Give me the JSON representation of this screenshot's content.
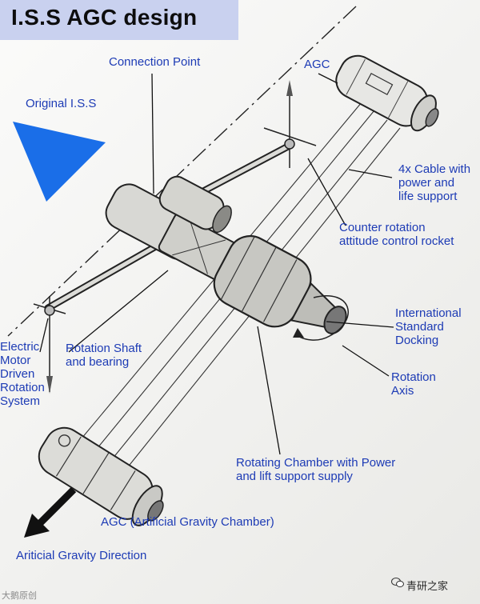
{
  "title": "I.S.S AGC design",
  "colors": {
    "label": "#1d3bb5",
    "title_bg": "#c9d1ef",
    "triangle": "#1a6ee8",
    "arrow": "#111111"
  },
  "labels": {
    "connection_point": "Connection Point",
    "agc_top": "AGC",
    "original_iss": "Original I.S.S",
    "cable": [
      "4x Cable with",
      "power and",
      "life support"
    ],
    "counter_rotation": [
      "Counter rotation",
      "attitude control rocket"
    ],
    "docking": [
      "International",
      "Standard",
      "Docking"
    ],
    "electric_motor": [
      "Electric",
      "Motor",
      "Driven",
      "Rotation",
      "System"
    ],
    "rotation_shaft": [
      "Rotation Shaft",
      "and bearing"
    ],
    "rotation_axis": [
      "Rotation",
      "Axis"
    ],
    "rotating_chamber": [
      "Rotating Chamber with Power",
      "and lift support supply"
    ],
    "agc_bottom": "AGC (Artificial Gravity Chamber)",
    "gravity_direction": "Ariticial Gravity Direction"
  },
  "watermarks": {
    "left": "大鹅原创",
    "right": "青研之家"
  }
}
